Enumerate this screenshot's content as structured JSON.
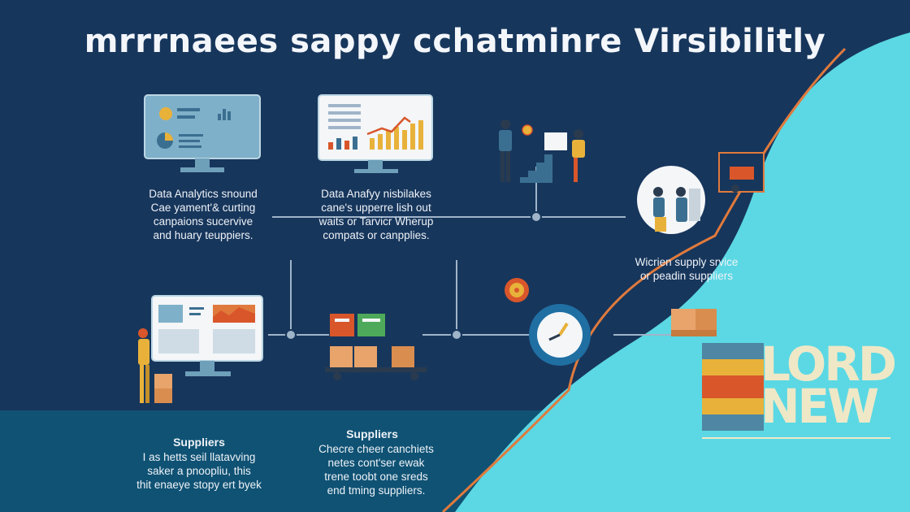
{
  "title": "mrrrnaees sappy cchatminre Virsibilitly",
  "captions": {
    "analytics_left": "Data Analytics snound\nCae yament'& curting\ncanpaions sucervive\nand huary teuppiers.",
    "analytics_right": "Data Anafyy nisbilakes\ncane's upperre lish out\nwaits or Tarvicr Wherup\ncompats or canpplies.",
    "supply_right": "Wicrien supply srvice\nor peadin suppliers"
  },
  "bottom": {
    "left_heading": "Suppliers",
    "left_text": "I as hetts seil llatavving\nsaker a pnoopliu, this\nthit enaeye stopy ert byek",
    "mid_heading": "Suppliers",
    "mid_text": "Checre cheer canchiets\nnetes cont'ser ewak\ntrene toobt one sreds\nend tming suppliers."
  },
  "logo": {
    "text_line1": "LORD",
    "text_line2": "NEW",
    "colors": [
      "#4e86a3",
      "#e8b23a",
      "#d9562b",
      "#e8b23a",
      "#4e86a3"
    ]
  },
  "colors": {
    "background": "#17365c",
    "panel": "#5bd8e4",
    "accent_orange": "#e07a3c",
    "lines": "#9fb4c8"
  }
}
